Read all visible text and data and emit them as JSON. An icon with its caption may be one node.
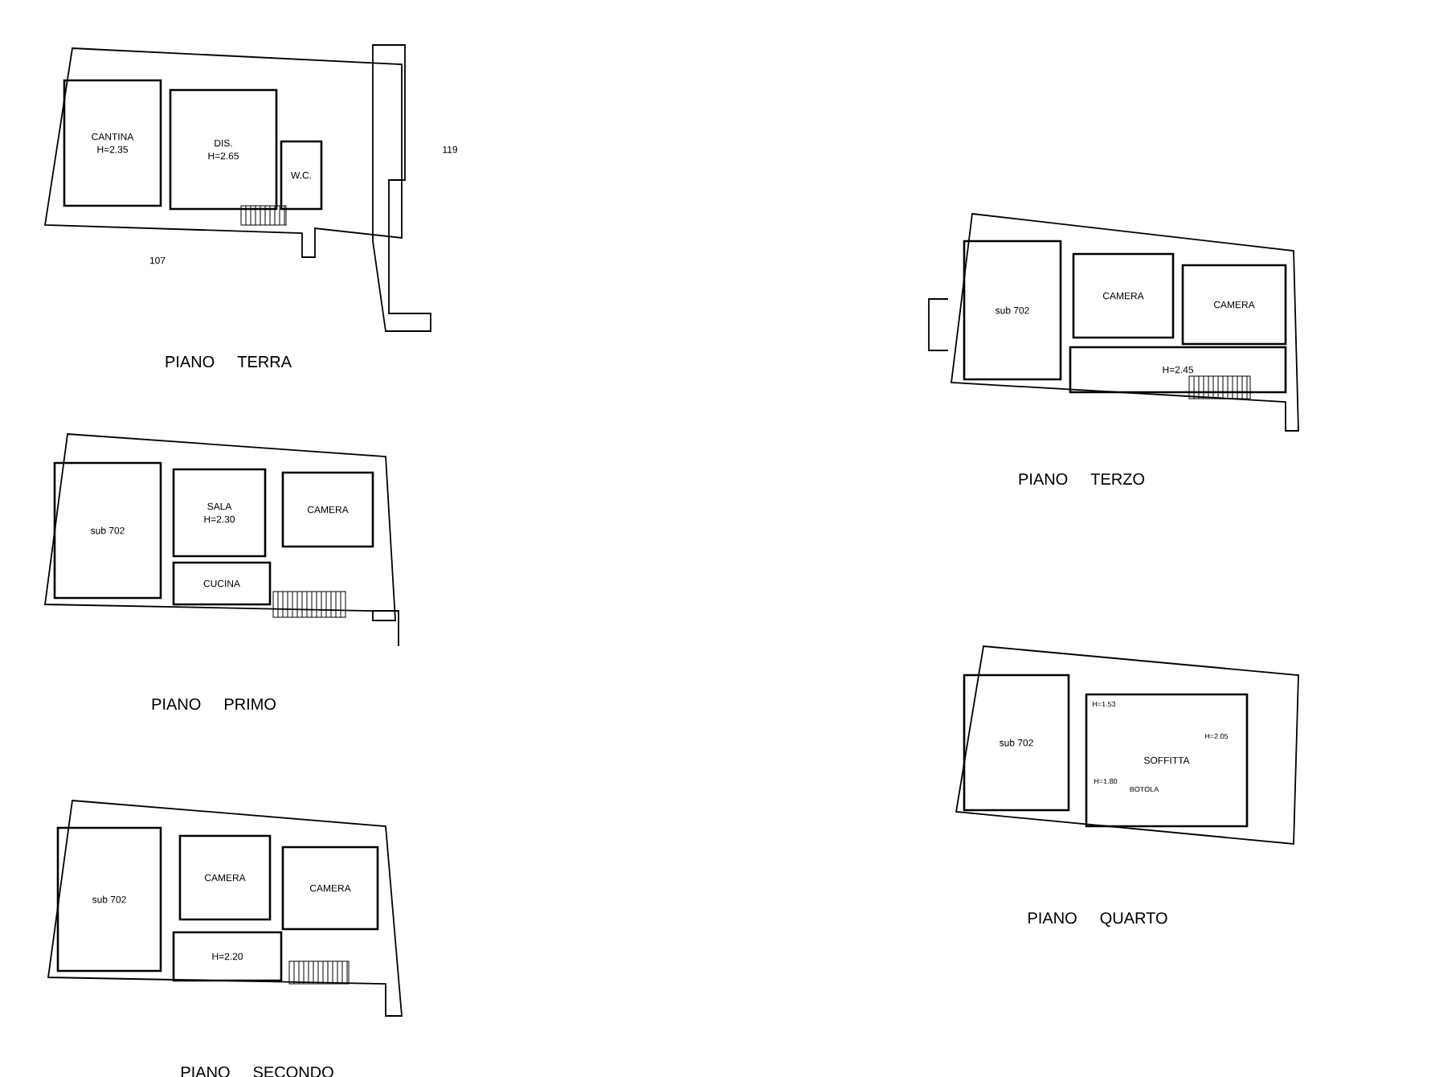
{
  "diagram": {
    "nodes": [
      {
        "text": [
          "CANTINA",
          "H=2.35"
        ]
      },
      {
        "text": [
          "DIS.",
          "H=2.65"
        ]
      },
      {
        "text": [
          "W.C."
        ]
      },
      {
        "text": [
          "sub 702"
        ]
      },
      {
        "text": [
          "SALA",
          "H=2.30"
        ]
      },
      {
        "text": [
          "CAMERA"
        ]
      },
      {
        "text": [
          "CUCINA"
        ]
      },
      {
        "text": [
          "sub 702"
        ]
      },
      {
        "text": [
          "CAMERA"
        ]
      },
      {
        "text": [
          "CAMERA"
        ]
      },
      {
        "text": [
          "H=2.20"
        ]
      },
      {
        "text": [
          "sub 702"
        ]
      },
      {
        "text": [
          "CAMERA"
        ]
      },
      {
        "text": [
          "CAMERA"
        ]
      },
      {
        "text": [
          "H=2.45"
        ]
      },
      {
        "text": [
          "sub 702"
        ]
      },
      {
        "text": [
          "SOFFITTA"
        ]
      }
    ],
    "labels": [
      "119",
      "107",
      "PIANO TERRA",
      "PIANO TERZO",
      "PIANO PRIMO",
      "H=1.53",
      "H=2.05",
      "H=1.80",
      "BOTOLA",
      "PIANO QUARTO",
      "PIANO SECONDO"
    ]
  }
}
